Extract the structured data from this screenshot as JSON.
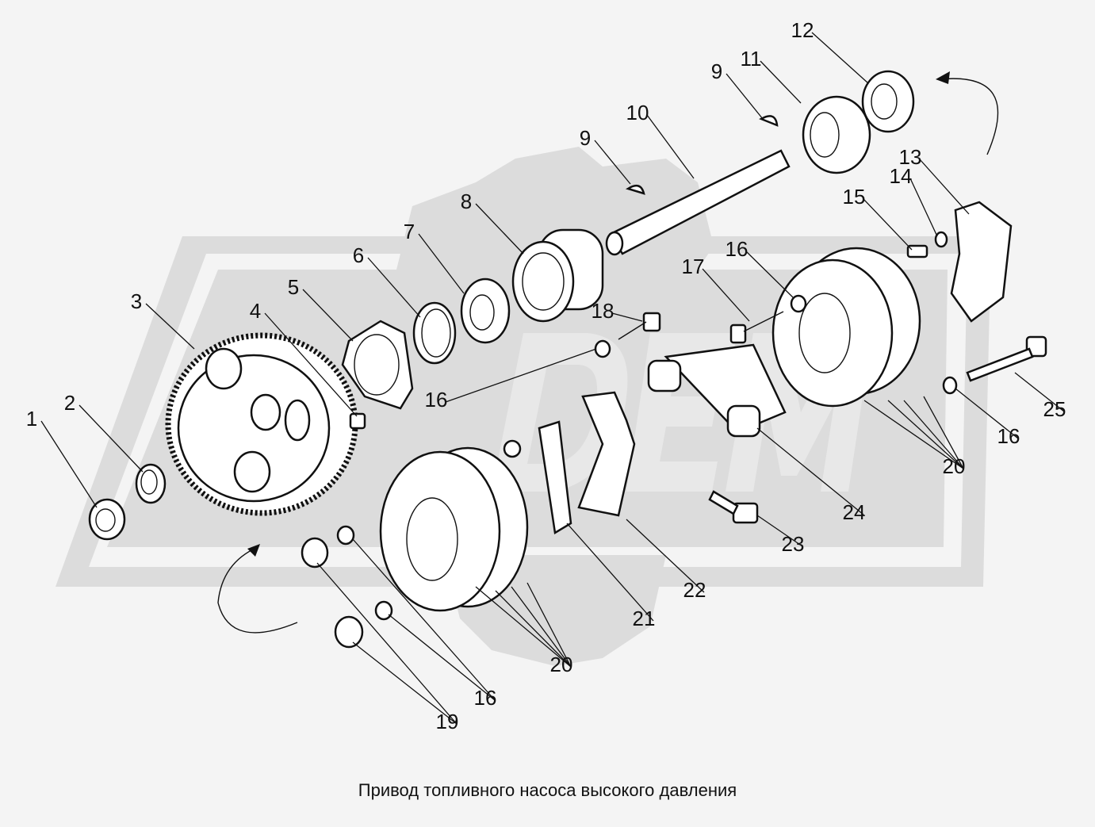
{
  "caption": "Привод топливного насоса высокого давления",
  "callouts": [
    "1",
    "2",
    "3",
    "4",
    "5",
    "6",
    "7",
    "8",
    "9",
    "10",
    "9",
    "11",
    "12",
    "13",
    "14",
    "15",
    "16",
    "17",
    "18",
    "16",
    "16",
    "25",
    "20",
    "24",
    "23",
    "22",
    "21",
    "20",
    "16",
    "19"
  ],
  "watermark": "DEM",
  "colors": {
    "background": "#f4f4f4",
    "watermark": "#d9d9d9",
    "line": "#111111"
  }
}
